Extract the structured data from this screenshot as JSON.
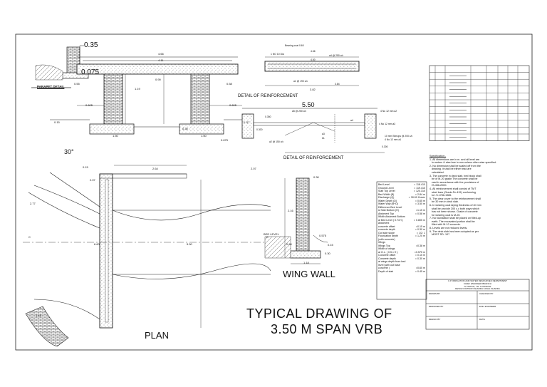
{
  "parapet": {
    "title": "PARAPET DETAIL",
    "dim_top": "0.35",
    "dim_bottom": "0.075"
  },
  "section": {
    "dims": [
      "4.66",
      "4.11",
      "0.55",
      "0.90",
      "1.19",
      "0.58",
      "0.605",
      "0.605",
      "0.15",
      "1.50",
      "0.30",
      "1.50",
      "0.675",
      "3.82"
    ],
    "title": "DETAIL OF REINFORCEMENT",
    "rebar_top": [
      "Bearing coat 0.60",
      "1 NO 10 Dia",
      "a4 @ 250 c/c",
      "a1 @ 190 c/c",
      "4.66",
      "4.50",
      "3.84"
    ]
  },
  "detail2": {
    "span": "5.50",
    "labels": [
      "a5 @ 250 c/c",
      "a2 @ 150 c/c",
      "0.350",
      "0.300",
      "0.117",
      "4 No 12 mm a2",
      "4 No 12 mm a3",
      "10 mm Stirrups @ 200 c/c",
      "4 No 12 mm a1",
      "0.300",
      "a4",
      "a3",
      "b1"
    ],
    "title": "DETAIL OF REINFORCEMENT"
  },
  "plan": {
    "title": "PLAN",
    "angle": "30°",
    "dims": [
      "2.64",
      "2.07",
      "0.15",
      "2.07",
      "2.77",
      "6.60",
      "5.50",
      "1.18"
    ],
    "c_left": "C",
    "c_right": "C"
  },
  "wingwall": {
    "title": "WING WALL",
    "bed_level": "BED LEVEL",
    "dims": [
      "0.30",
      "2.16",
      "0.60",
      "0.575",
      "0.15",
      "0.30",
      "1.18"
    ]
  },
  "levels": [
    [
      "Bed Level",
      "= 118.410"
    ],
    [
      "Ground Level",
      "= 119.410"
    ],
    [
      "Slab Top Level",
      "= 120.310"
    ],
    [
      "Bed Width (B)",
      "= 2.84 m"
    ],
    [
      "Discharge (Q)",
      "= 30.00 Cusec"
    ],
    [
      "Water Depth (D)",
      "= 0.65 m"
    ],
    [
      "Water Way (B+D)",
      "= 3.50 m"
    ],
    [
      "Difference Bed Level",
      ""
    ],
    [
      "& Slab Bottom (H)",
      "=1.15 m"
    ],
    [
      "Abutment Top",
      "= 0.58 m"
    ],
    [
      "Width Abutment Bottom",
      ""
    ],
    [
      "at Bed Level ( 0.7xH )",
      "= 0.805 m"
    ],
    [
      "Abutment",
      ""
    ],
    [
      "concrete offset",
      "=0.15 m"
    ],
    [
      "concrete  depth",
      "= 0.30 m"
    ],
    [
      "Out side slope",
      "= 1/2: 1"
    ],
    [
      "Foundation depth",
      "= 1.20 m"
    ],
    [
      " (with concrete)",
      ""
    ],
    [
      "Wings",
      ""
    ],
    [
      "Wings Top",
      "=0.38 m"
    ],
    [
      "Width of wings",
      ""
    ],
    [
      "at G.L. ( 0.5 x H )",
      "=0.575 m"
    ],
    [
      "Concrete offset",
      "= 0.15 m"
    ],
    [
      "Concrete depth",
      "= 0.30 m"
    ],
    [
      "at wings depth from bed",
      ""
    ],
    [
      "level (with out base",
      ""
    ],
    [
      "concrete )",
      "=0.60 m"
    ],
    [
      "Depth of slab",
      "= 0.45 m"
    ]
  ],
  "spec": {
    "title": "Specification:-",
    "items": [
      "1- All dimensions are in m. and all level are",
      "   in meters & steel are in mm unless other wise specified .",
      "2- No dimension shall be scaled off from the",
      "   drawing. it shall be either read are",
      "   calculated.",
      "3- The concrete in deck slab, bed block shall",
      "   be of M-20 grade.The concrete shall be",
      "   cast in accordance with the provisions of",
      "   IS-456-2000.",
      "4- All reinforcement shall consist of TMT",
      "   steel bars (Grade-Fe-415) conforming",
      "   to I.S.1786-1985.",
      "5- The clear cover to the reinforcement shall",
      "   be 30 mm in deck slab.",
      "6- In wearing coat laying thickness of 40 mm",
      "   shall be provide 200 c.c both ways which",
      "   has not been shown. Grade of concrete",
      "   for wearing coat is M-20.",
      "7- No foundation shall be placed on filled-up",
      "   earth. The excavated portion shall be",
      "   filled with M-10 concrete.",
      "8- Levels are not reduced levels.",
      "9- The deck slab has been adopted as per",
      "   MOST SD- 107"
    ]
  },
  "titleblock": {
    "org": [
      "U.P. IRRIGATION AND WATER RESOURCES DEPARTMENT",
      "CHIEF ENGINEER BRANCH",
      "IV CIRCLE, I.W. LUCKNOW",
      "DESIGN DIVISION SHARDA CANAL SHARDA"
    ],
    "cells": [
      "DRAWN BY",
      "CHECKED BY",
      "DESIGNED BY",
      "EXE. ENGINEER",
      "DESIGN BY",
      "DATE"
    ]
  },
  "drawing_title": [
    "TYPICAL DRAWING OF",
    "3.50 M SPAN VRB"
  ],
  "schedule": {
    "rows": 10
  }
}
